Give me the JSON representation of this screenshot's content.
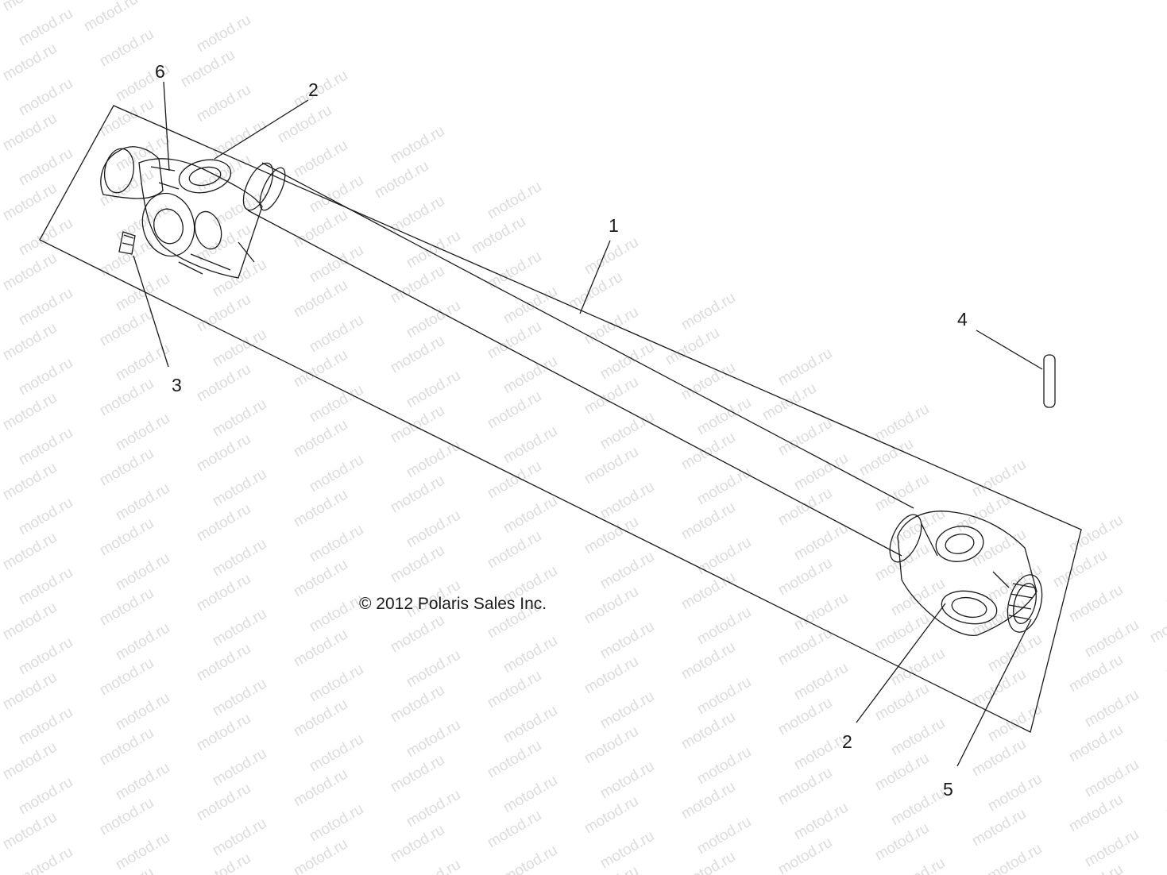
{
  "watermark": {
    "text": "motod.ru"
  },
  "copyright": "© 2012 Polaris Sales Inc.",
  "callouts": [
    {
      "id": "shaft",
      "label": "1"
    },
    {
      "id": "yoke-bearing-top",
      "label": "2"
    },
    {
      "id": "grease-fitting",
      "label": "3"
    },
    {
      "id": "roll-pin",
      "label": "4"
    },
    {
      "id": "spline-end",
      "label": "5"
    },
    {
      "id": "retainer",
      "label": "6"
    },
    {
      "id": "yoke-bearing-bottom",
      "label": "2"
    }
  ],
  "colors": {
    "line": "#1a1a1a",
    "watermark": "#dcdcdc"
  }
}
